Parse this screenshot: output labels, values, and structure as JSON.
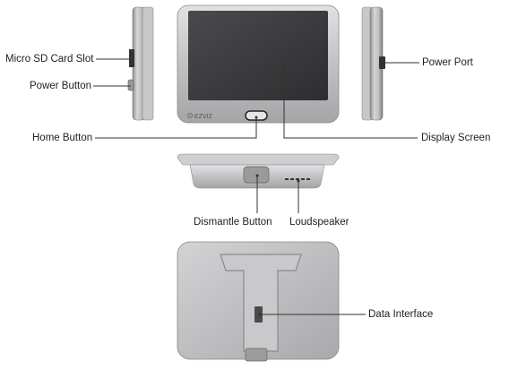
{
  "labels": {
    "micro_sd": "Micro SD Card Slot",
    "power_button": "Power Button",
    "home_button": "Home Button",
    "power_port": "Power Port",
    "display_screen": "Display Screen",
    "dismantle_button": "Dismantle Button",
    "loudspeaker": "Loudspeaker",
    "data_interface": "Data Interface"
  },
  "brand": {
    "logo_text": "EZVIZ"
  },
  "colors": {
    "body_silver": "#b9b9bb",
    "screen": "#3d3d3f",
    "line": "#333333",
    "text": "#222222"
  }
}
